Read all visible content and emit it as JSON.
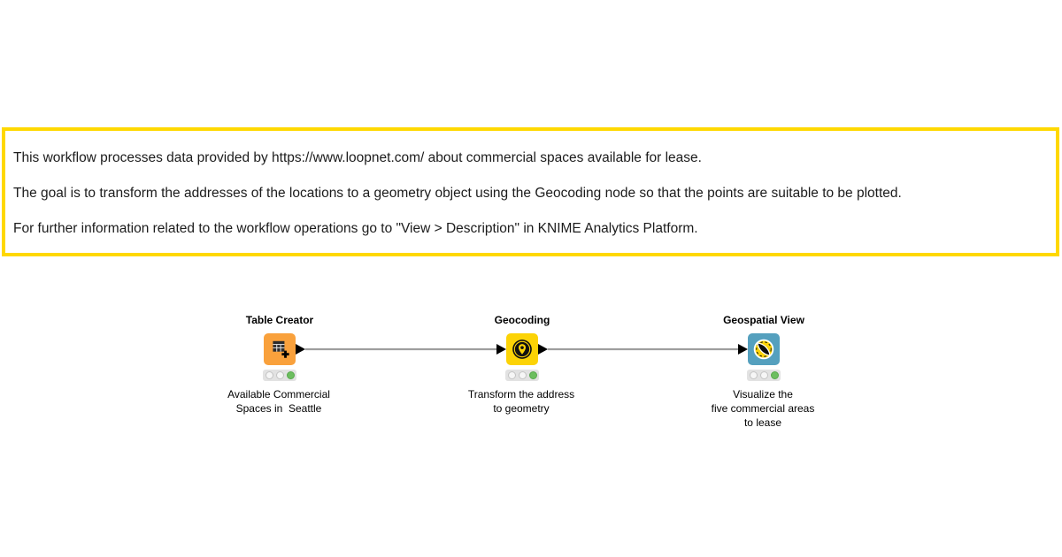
{
  "annotation": {
    "border_color": "#FFD800",
    "lines": [
      "This workflow processes data provided by https://www.loopnet.com/ about commercial spaces available for lease.",
      "The goal is to transform the addresses of the locations to a geometry object using the Geocoding node so that the points are suitable to be plotted.",
      "For further information related to the workflow operations go to \"View > Description\" in KNIME Analytics Platform."
    ]
  },
  "workflow": {
    "nodes": [
      {
        "name": "Table Creator",
        "icon": "table-plus-icon",
        "color": "#F9A13C",
        "status": "executed",
        "caption_lines": [
          "Available Commercial",
          "Spaces in  Seattle"
        ]
      },
      {
        "name": "Geocoding",
        "icon": "geocoding-pin-icon",
        "color": "#FCD306",
        "status": "executed",
        "caption_lines": [
          "Transform the address",
          "to geometry"
        ]
      },
      {
        "name": "Geospatial View",
        "icon": "geospatial-globe-icon",
        "color": "#55A0BE",
        "status": "executed",
        "caption_lines": [
          "Visualize the",
          "five commercial areas",
          "to lease"
        ]
      }
    ],
    "connections": [
      {
        "from": "Table Creator",
        "to": "Geocoding"
      },
      {
        "from": "Geocoding",
        "to": "Geospatial View"
      }
    ],
    "status_colors": {
      "idle": "#F6F6F6",
      "executed": "#6CBE5F"
    },
    "wire_color": "#9E9E9E",
    "port_color": "#000000"
  }
}
